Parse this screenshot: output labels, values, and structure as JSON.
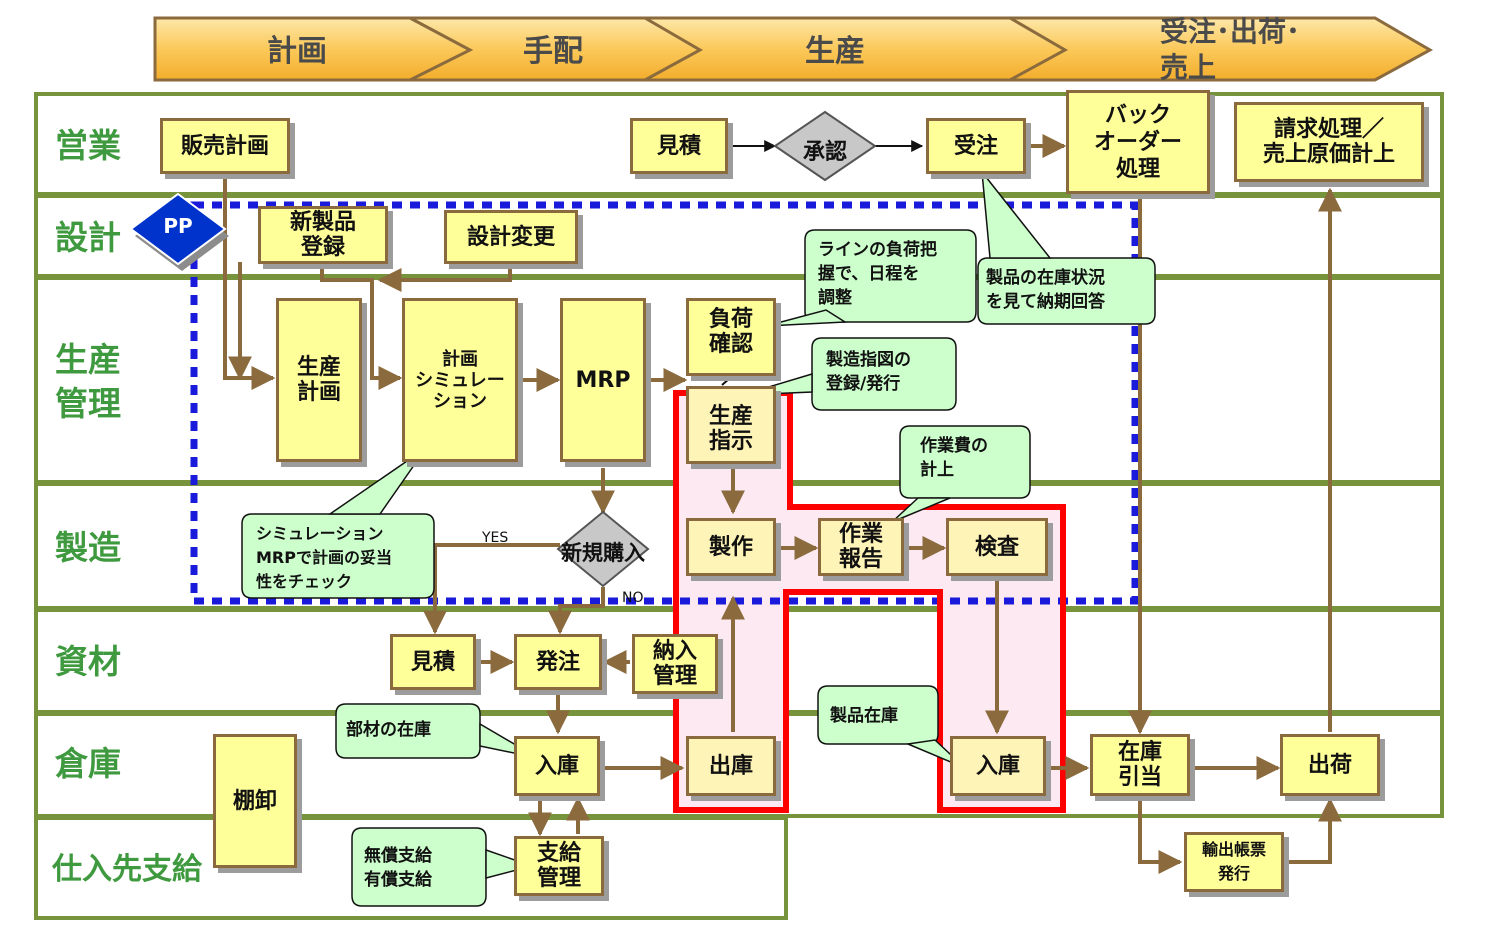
{
  "phases": [
    "計画",
    "手配",
    "生産",
    "受注･出荷･\n売上"
  ],
  "lanes": [
    "営業",
    "設計",
    "生産\n管理",
    "製造",
    "資材",
    "倉庫",
    "仕入先支給"
  ],
  "pp_label": "PP",
  "boxes": {
    "hanbai_keikaku": "販売計画",
    "mitsumori_sales": "見積",
    "juchu": "受注",
    "back_order": "バック\nオーダー\n処理",
    "seikyu": "請求処理／\n売上原価計上",
    "shin_seihin": "新製品\n登録",
    "sekkei_henko": "設計変更",
    "seisan_keikaku": "生産\n計画",
    "keikaku_sim": "計画\nシミュレー\nション",
    "mrp": "MRP",
    "fuka_kakunin": "負荷\n確認",
    "seisan_shiji": "生産\n指示",
    "seisaku": "製作",
    "sagyo_hokoku": "作業\n報告",
    "kensa": "検査",
    "mitsumori_material": "見積",
    "hacchu": "発注",
    "nonyu_kanri": "納入\n管理",
    "tanaoroshi": "棚卸",
    "nyuko_parts": "入庫",
    "shukko": "出庫",
    "nyuko_product": "入庫",
    "zaiko_hikiate": "在庫\n引当",
    "shukka": "出荷",
    "shikyu_kanri": "支給\n管理",
    "yushutsu": "輸出帳票\n発行"
  },
  "diamonds": {
    "shonin": "承認",
    "shinki_konyu": "新規購入"
  },
  "branch_labels": {
    "yes": "YES",
    "no": "NO"
  },
  "callouts": {
    "line_load": "ラインの負荷把\n握で、日程を\n調整",
    "product_stock_check": "製品の在庫状況\nを見て納期回答",
    "mfg_order": "製造指図の\n登録/発行",
    "work_cost": "作業費の\n計上",
    "sim_check": "シミュレーション\nMRPで計画の妥当\n性をチェック",
    "parts_stock": "部材の在庫",
    "product_stock": "製品在庫",
    "supply": "無償支給\n有償支給"
  },
  "colors": {
    "lane_border": "#77933c",
    "lane_text": "#3f9a3f",
    "box_fill": "#ffff99",
    "box_border": "#8b6b3d",
    "arrow": "#8b6b3d",
    "callout_fill": "#ccffcc",
    "phase_fill": "#fbc95a",
    "pp_fill": "#0033cc",
    "highlight_border": "#ff0000",
    "highlight_fill": "#fde9f1",
    "dashed_border": "#1a1adb"
  }
}
